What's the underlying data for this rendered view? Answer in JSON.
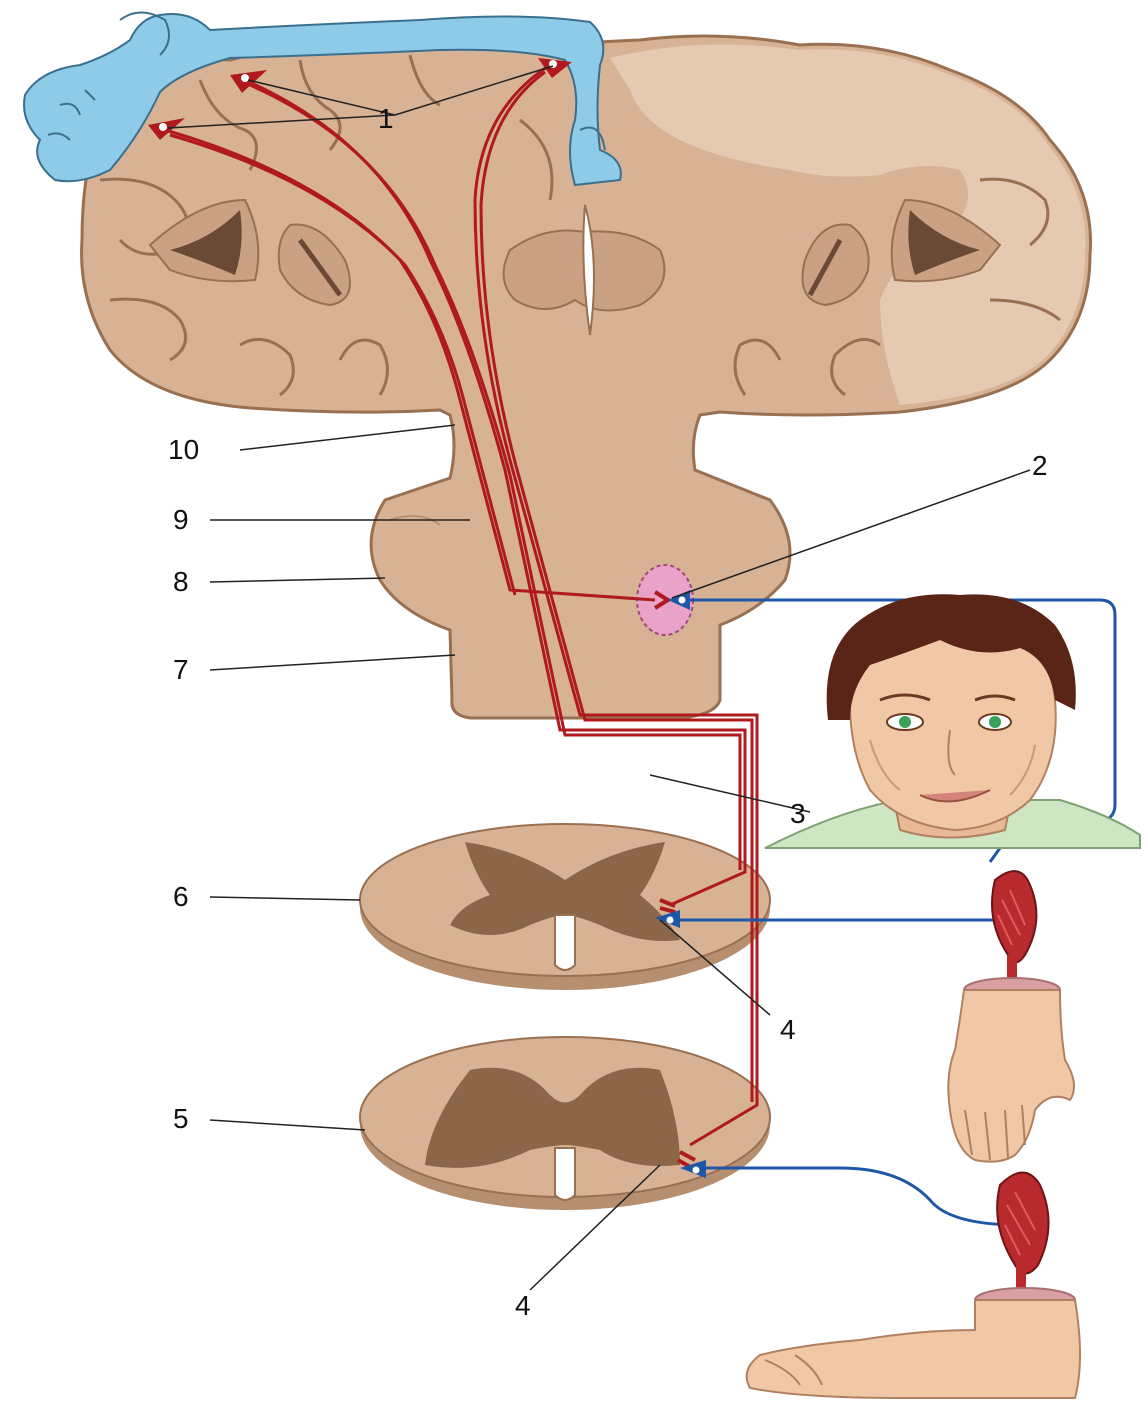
{
  "labels": {
    "l1": "1",
    "l2": "2",
    "l3": "3",
    "l4a": "4",
    "l4b": "4",
    "l5": "5",
    "l6": "6",
    "l7": "7",
    "l8": "8",
    "l9": "9",
    "l10": "10"
  },
  "colors": {
    "background": "#ffffff",
    "brain_tissue": "#d7b295",
    "brain_outline": "#9a7052",
    "right_hemisphere": "#e6c9b1",
    "gray_matter": "#8c6649",
    "ventricle": "#6b4a35",
    "homunculus": "#8ecbe8",
    "upper_motor_pathway": "#b0191e",
    "lower_motor_neuron": "#1e56a8",
    "facial_nucleus": "#e9a3c9",
    "muscle": "#b82a2e",
    "skin": "#f1c8a6",
    "hair": "#5a2416",
    "shirt": "#cfe6c4"
  },
  "icons": [
    "homunculus-icon",
    "face-icon",
    "hand-icon",
    "foot-icon",
    "muscle-icon",
    "neuron-icon"
  ]
}
